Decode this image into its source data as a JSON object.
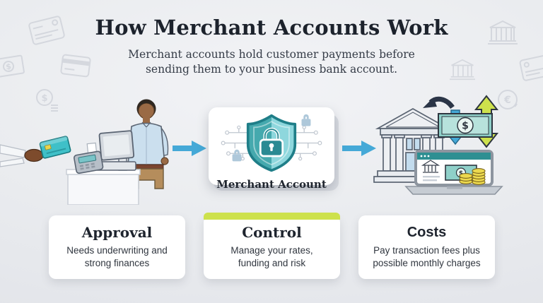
{
  "header": {
    "title": "How Merchant Accounts Work",
    "subtitle_line1": "Merchant accounts hold customer payments before",
    "subtitle_line2": "sending them to your business bank account."
  },
  "flow": {
    "merchant_account_label": "Merchant Account",
    "steps": [
      "checkout-payment-scene",
      "merchant-account-shield",
      "bank-deposit-scene"
    ],
    "arrow_icon": "arrow-right-icon"
  },
  "cards": [
    {
      "heading": "Approval",
      "body_line1": "Needs underwriting and",
      "body_line2": "strong finances"
    },
    {
      "heading": "Control",
      "body_line1": "Manage your rates,",
      "body_line2": "funding and risk"
    },
    {
      "heading": "Costs",
      "body_line1": "Pay transaction fees plus",
      "body_line2": "possible monthly charges"
    }
  ],
  "icons": {
    "dollar_symbol": "$",
    "euro_symbol": "€",
    "background": [
      "credit-card-icon",
      "dollar-bill-icon",
      "dollar-coin-icon",
      "bank-icon",
      "euro-coin-icon"
    ],
    "center": "shield-lock-icon"
  },
  "colors": {
    "accent-lime": "#cde14c",
    "arrow-blue": "#45a9d7",
    "shield-teal-dark": "#45a9ae",
    "shield-teal-light": "#8ed7dd",
    "shield-outline": "#1f7e88",
    "money-teal": "#8fd0c9",
    "coin-gold": "#ecd94e",
    "ink-navy": "#1c222c",
    "card-bg": "#ffffff"
  }
}
